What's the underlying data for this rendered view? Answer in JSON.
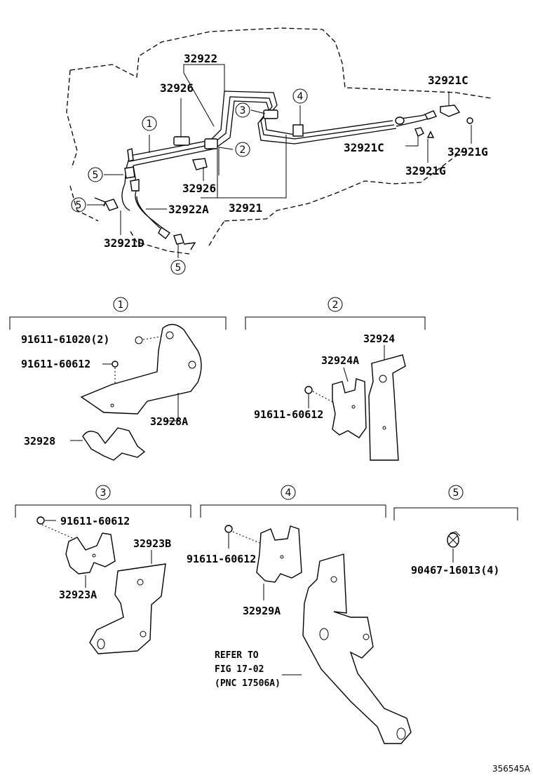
{
  "top": {
    "labels": {
      "p32922": "32922",
      "p32926a": "32926",
      "p32926b": "32926",
      "p32922A": "32922A",
      "p32921": "32921",
      "p32921D": "32921D",
      "p32921C_a": "32921C",
      "p32921C_b": "32921C",
      "p32921G_a": "32921G",
      "p32921G_b": "32921G"
    },
    "callouts": [
      "1",
      "2",
      "3",
      "4",
      "5",
      "5",
      "5"
    ]
  },
  "sections": {
    "s1": {
      "num": "1",
      "bolt": "91611-61020(2)",
      "nut": "91611-60612",
      "bracket": "32928A",
      "clamp": "32928"
    },
    "s2": {
      "num": "2",
      "bracket": "32924",
      "clamp": "32924A",
      "nut": "91611-60612"
    },
    "s3": {
      "num": "3",
      "nut": "91611-60612",
      "bracket": "32923B",
      "clamp": "32923A"
    },
    "s4": {
      "num": "4",
      "nut": "91611-60612",
      "clamp": "32929A",
      "ref1": "REFER TO",
      "ref2": "FIG 17-02",
      "ref3": "(PNC 17506A)"
    },
    "s5": {
      "num": "5",
      "clip": "90467-16013(4)"
    }
  },
  "footer": {
    "code": "356545A"
  }
}
